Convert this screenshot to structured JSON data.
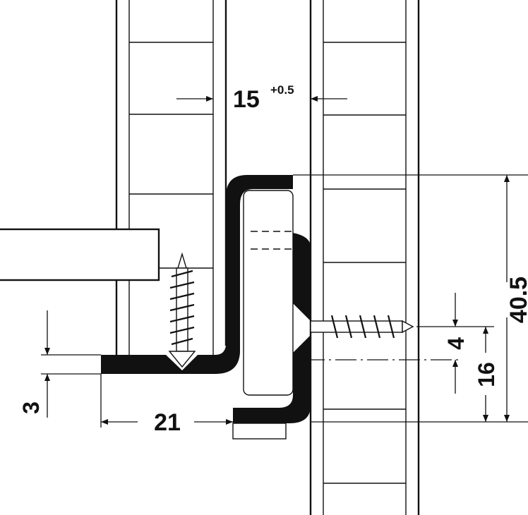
{
  "title": "Drawer runner installation dimensions",
  "colors": {
    "line": "#111111",
    "background": "#ffffff",
    "part_fill": "#111111"
  },
  "dimensions": {
    "gap": "15",
    "gap_tolerance": "+0.5",
    "runner_height": "40.5",
    "screw_offset": "4",
    "screw_height": "16",
    "profile_thickness": "3",
    "setback": "21"
  }
}
